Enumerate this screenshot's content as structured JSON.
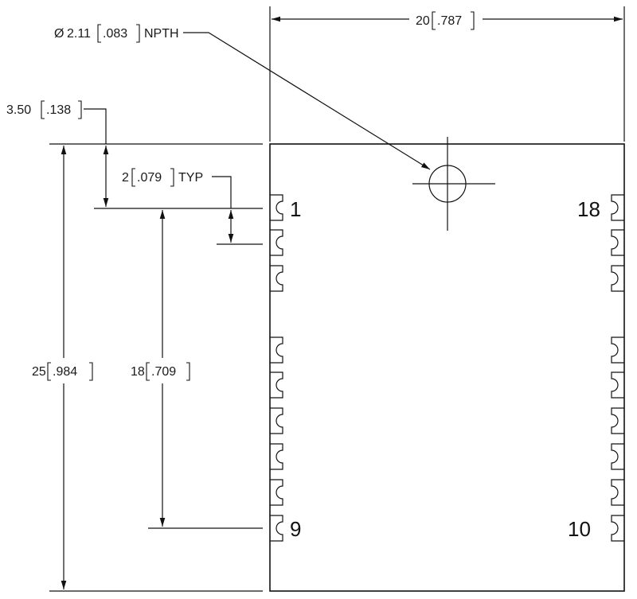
{
  "dimensions": {
    "width": {
      "value": "20",
      "inch": ".787"
    },
    "height": {
      "value": "25",
      "inch": ".984"
    },
    "top_offset": {
      "value": "3.50",
      "inch": ".138"
    },
    "pitch": {
      "value": "2",
      "inch": ".079",
      "suffix": "TYP"
    },
    "pin_span": {
      "value": "18",
      "inch": ".709"
    },
    "hole": {
      "prefix": "Ø",
      "value": "2.11",
      "inch": ".083",
      "suffix": "NPTH"
    }
  },
  "pins": {
    "top_left": "1",
    "bottom_left": "9",
    "top_right": "18",
    "bottom_right": "10"
  }
}
